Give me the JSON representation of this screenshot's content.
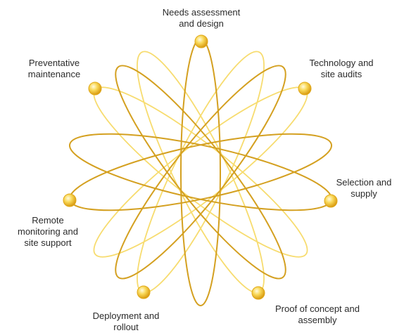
{
  "diagram": {
    "stages": [
      {
        "line1": "Needs assessment",
        "line2": "and design"
      },
      {
        "line1": "Technology and",
        "line2": "site audits"
      },
      {
        "line1": "Selection and",
        "line2": "supply"
      },
      {
        "line1": "Proof of concept and",
        "line2": "assembly"
      },
      {
        "line1": "Deployment and",
        "line2": "rollout"
      },
      {
        "line1": "Remote",
        "line2": "monitoring and",
        "line3": "site support"
      },
      {
        "line1": "Preventative",
        "line2": "maintenance"
      }
    ],
    "colors": {
      "orbit_dark": "#d4a020",
      "orbit_light": "#f7dc6f",
      "node_core": "#fff6c0",
      "node_edge": "#e0a81a",
      "text": "#2b2b2b"
    }
  }
}
